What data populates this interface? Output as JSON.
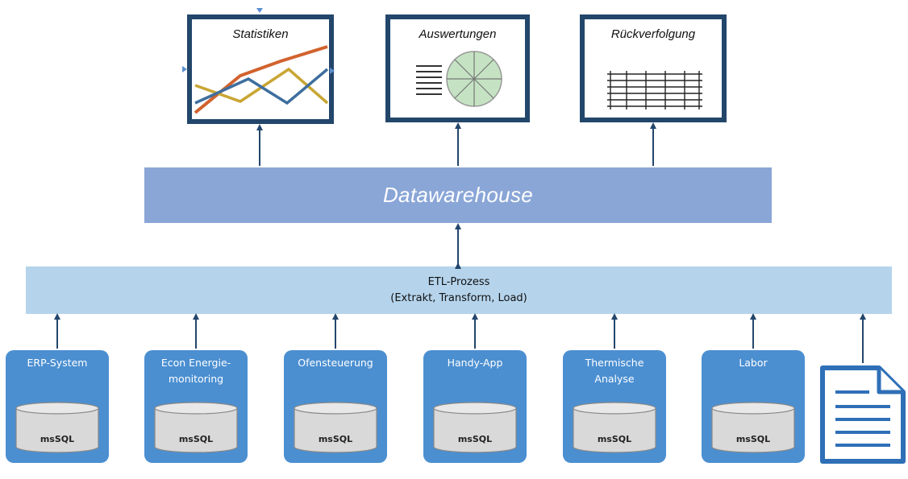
{
  "outputs": [
    {
      "title": "Statistiken"
    },
    {
      "title": "Auswertungen"
    },
    {
      "title": "Rückverfolgung"
    }
  ],
  "datawarehouse": {
    "label": "Datawarehouse"
  },
  "etl": {
    "line1": "ETL-Prozess",
    "line2": "(Extrakt, Transform, Load)"
  },
  "sources": [
    {
      "line1": "ERP-System",
      "line2": "",
      "db": "msSQL"
    },
    {
      "line1": "Econ Energie-",
      "line2": "monitoring",
      "db": "msSQL"
    },
    {
      "line1": "Ofensteuerung",
      "line2": "",
      "db": "msSQL"
    },
    {
      "line1": "Handy-App",
      "line2": "",
      "db": "msSQL"
    },
    {
      "line1": "Thermische",
      "line2": "Analyse",
      "db": "msSQL"
    },
    {
      "line1": "Labor",
      "line2": "",
      "db": "msSQL"
    }
  ],
  "colors": {
    "frame": "#23466b",
    "datawarehouse": "#8aa6d7",
    "etl": "#b5d4ec",
    "source": "#4b8fd1",
    "arrow": "#23466b",
    "line_orange": "#d2622e",
    "line_gold": "#c9a634",
    "line_blue": "#3d6e9e",
    "pie_fill": "#c5e3c3"
  },
  "icons": {
    "document": "document-icon",
    "database": "database-icon"
  }
}
